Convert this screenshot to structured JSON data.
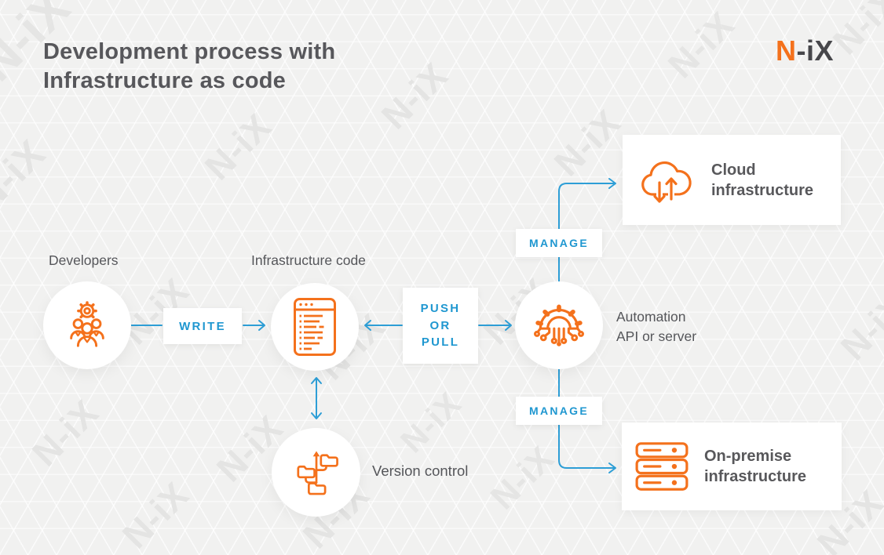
{
  "header": {
    "title_lines": [
      "Development process with",
      "Infrastructure as code"
    ],
    "logo": {
      "orange_part": "N",
      "dark_part": "-iX"
    }
  },
  "watermark_text": "N-iX",
  "colors": {
    "background": "#f1f1f0",
    "accent_orange": "#f4711c",
    "accent_blue": "#1f97d0",
    "connector_blue": "#2d9ed6",
    "text_gray": "#57575b",
    "logo_dark": "#47474b",
    "watermark_gray": "#e4e4e3"
  },
  "diagram": {
    "nodes": {
      "developers": {
        "label": "Developers",
        "icon": "team-gear-icon"
      },
      "infrastructure_code": {
        "label": "Infrastructure code",
        "icon": "code-window-icon"
      },
      "automation": {
        "label_lines": [
          "Automation",
          "API or server"
        ],
        "icon": "automation-circuit-icon"
      },
      "version_control": {
        "label": "Version control",
        "icon": "version-branch-icon"
      },
      "cloud_infrastructure": {
        "label_lines": [
          "Cloud",
          "infrastructure"
        ],
        "icon": "cloud-sync-icon"
      },
      "on_premise_infrastructure": {
        "label_lines": [
          "On-premise",
          "infrastructure"
        ],
        "icon": "server-stack-icon"
      }
    },
    "connector_labels": {
      "write": "WRITE",
      "push_or_pull_lines": [
        "PUSH",
        "OR",
        "PULL"
      ],
      "manage_top": "MANAGE",
      "manage_bottom": "MANAGE"
    }
  }
}
